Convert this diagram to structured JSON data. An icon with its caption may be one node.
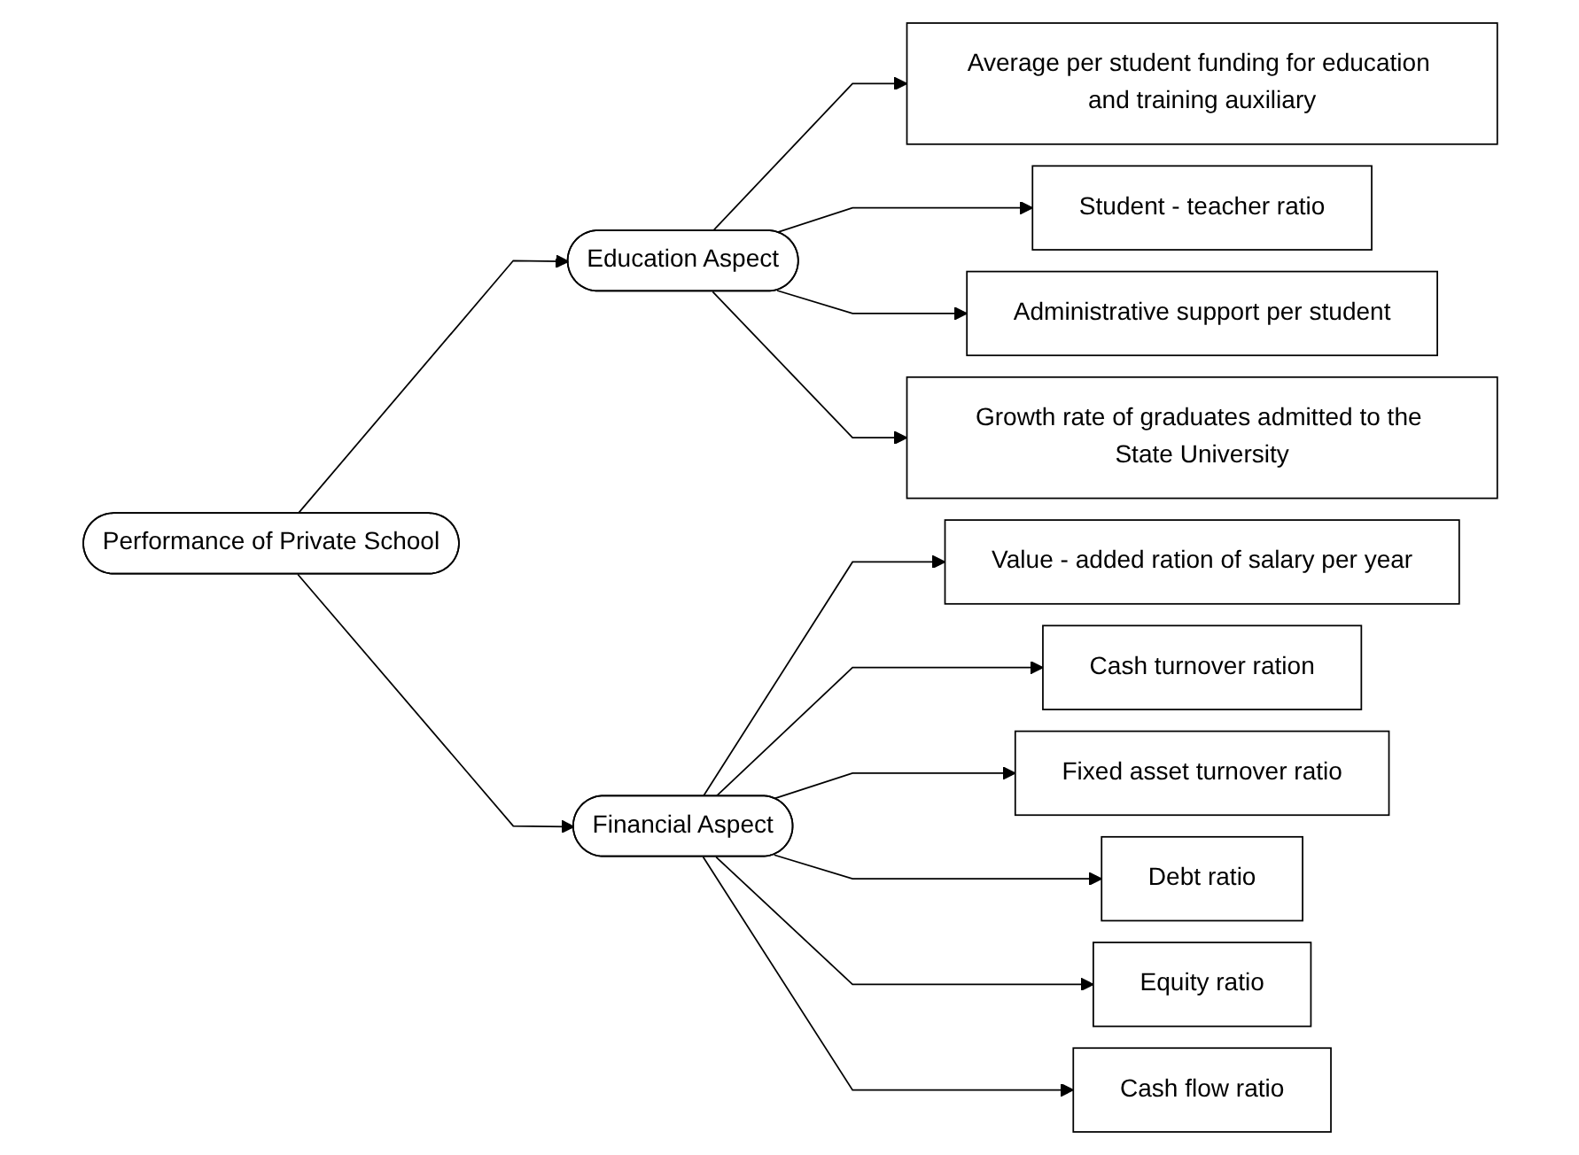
{
  "diagram": {
    "nodes": [
      {
        "text": [
          "Performance of Private School"
        ]
      },
      {
        "text": [
          "Education Aspect"
        ]
      },
      {
        "text": [
          "Financial Aspect"
        ]
      },
      {
        "text": [
          "Average per student funding for education and training auxiliary"
        ]
      },
      {
        "text": [
          "Student - teacher ratio"
        ]
      },
      {
        "text": [
          "Administrative support per student"
        ]
      },
      {
        "text": [
          "Growth rate of graduates admitted to the State University"
        ]
      },
      {
        "text": [
          "Value - added ration of salary per year"
        ]
      },
      {
        "text": [
          "Cash turnover ration"
        ]
      },
      {
        "text": [
          "Fixed asset turnover ratio"
        ]
      },
      {
        "text": [
          "Debt ratio"
        ]
      },
      {
        "text": [
          "Equity ratio"
        ]
      },
      {
        "text": [
          "Cash flow ratio"
        ]
      }
    ],
    "edges": [
      {
        "from": 0,
        "to": 1,
        "arrow": "to"
      },
      {
        "from": 0,
        "to": 2,
        "arrow": "to"
      },
      {
        "from": 1,
        "to": 3,
        "arrow": "to"
      },
      {
        "from": 1,
        "to": 4,
        "arrow": "to"
      },
      {
        "from": 1,
        "to": 5,
        "arrow": "to"
      },
      {
        "from": 1,
        "to": 6,
        "arrow": "to"
      },
      {
        "from": 2,
        "to": 7,
        "arrow": "to"
      },
      {
        "from": 2,
        "to": 8,
        "arrow": "to"
      },
      {
        "from": 2,
        "to": 9,
        "arrow": "to"
      },
      {
        "from": 2,
        "to": 10,
        "arrow": "to"
      },
      {
        "from": 2,
        "to": 11,
        "arrow": "to"
      },
      {
        "from": 2,
        "to": 12,
        "arrow": "to"
      }
    ]
  }
}
